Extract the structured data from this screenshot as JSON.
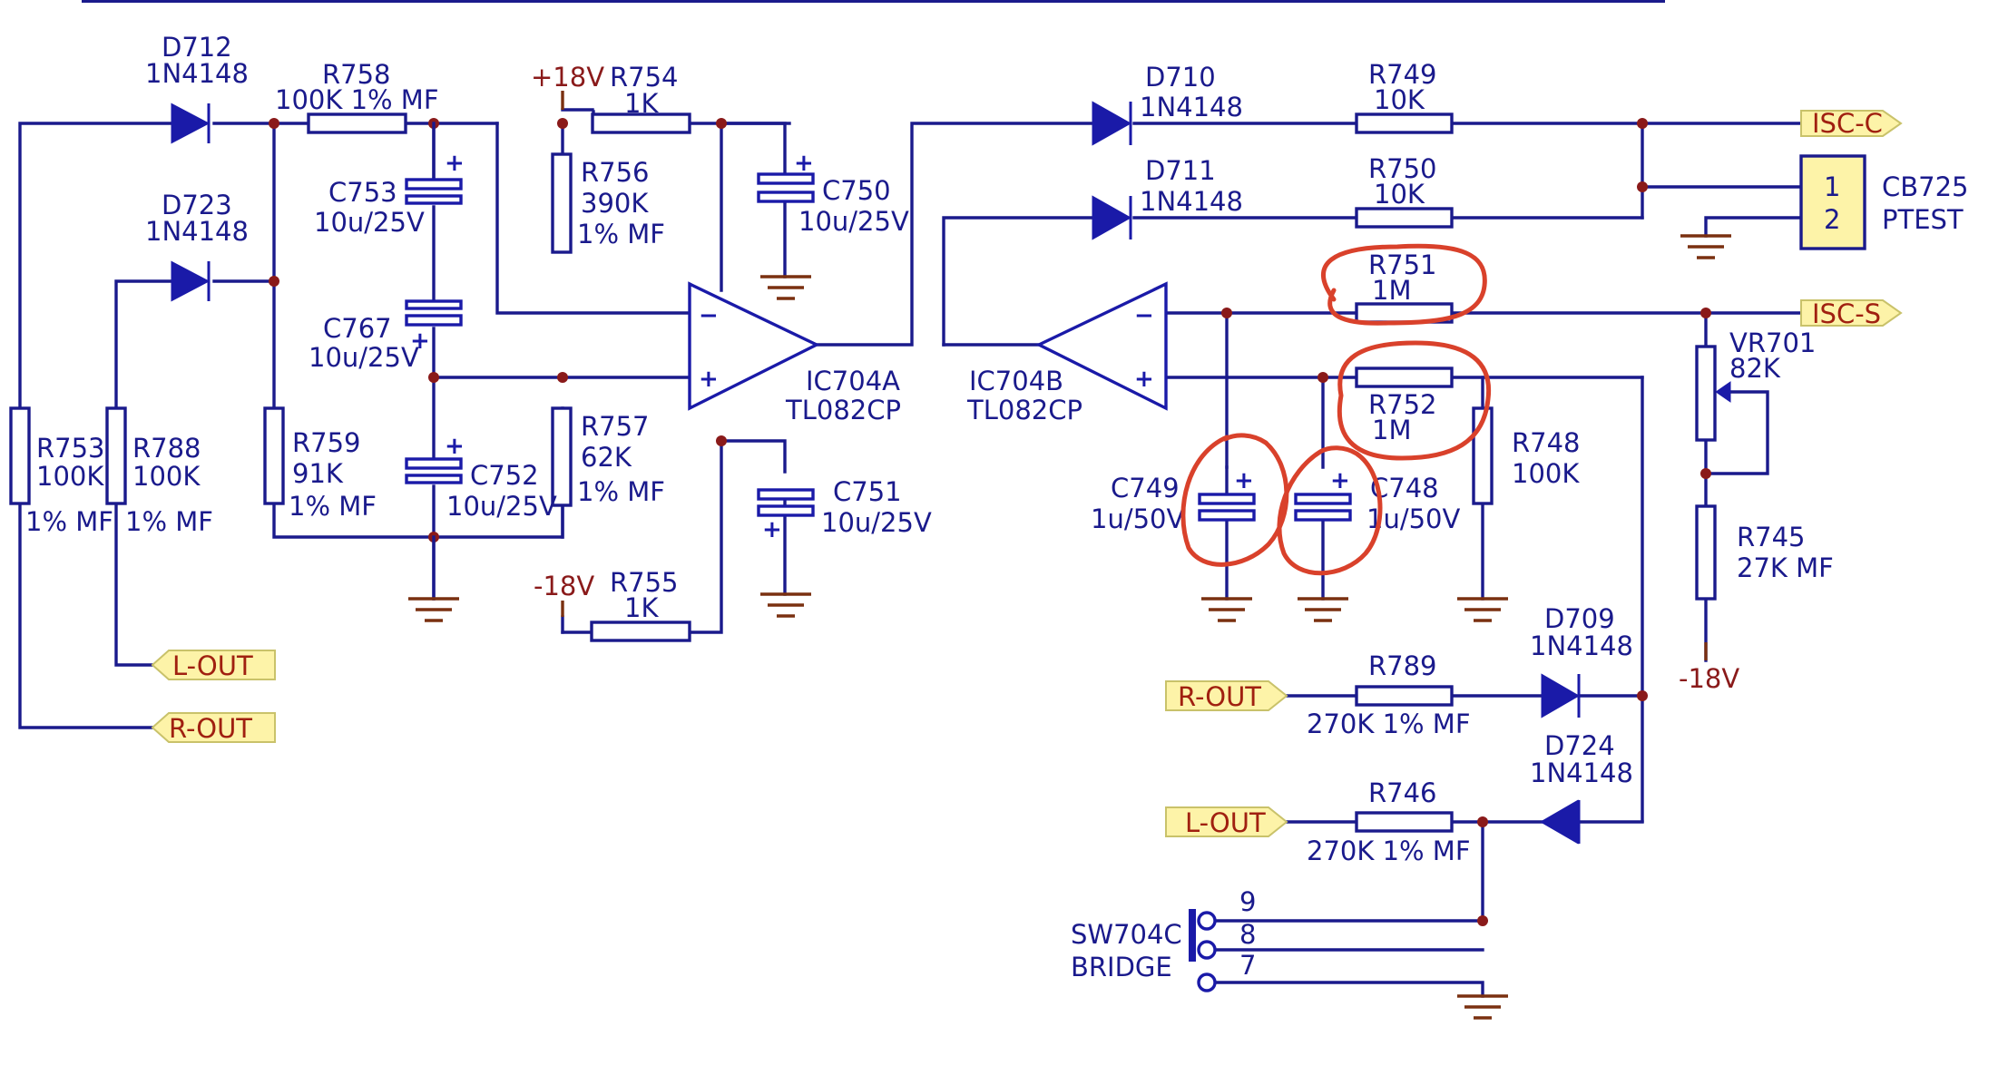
{
  "components": {
    "D712": {
      "ref": "D712",
      "value": "1N4148"
    },
    "D723": {
      "ref": "D723",
      "value": "1N4148"
    },
    "D710": {
      "ref": "D710",
      "value": "1N4148"
    },
    "D711": {
      "ref": "D711",
      "value": "1N4148"
    },
    "D709": {
      "ref": "D709",
      "value": "1N4148"
    },
    "D724": {
      "ref": "D724",
      "value": "1N4148"
    },
    "R758": {
      "ref": "R758",
      "value": "100K  1% MF"
    },
    "R754": {
      "ref": "R754",
      "value": "1K"
    },
    "R756": {
      "ref": "R756",
      "value": "390K",
      "tol": "1% MF"
    },
    "R757": {
      "ref": "R757",
      "value": "62K",
      "tol": "1% MF"
    },
    "R759": {
      "ref": "R759",
      "value": "91K",
      "tol": "1% MF"
    },
    "R753": {
      "ref": "R753",
      "value": "100K",
      "tol": "1% MF"
    },
    "R788": {
      "ref": "R788",
      "value": "100K",
      "tol": "1% MF"
    },
    "R755": {
      "ref": "R755",
      "value": "1K"
    },
    "R749": {
      "ref": "R749",
      "value": "10K"
    },
    "R750": {
      "ref": "R750",
      "value": "10K"
    },
    "R751": {
      "ref": "R751",
      "value": "1M"
    },
    "R752": {
      "ref": "R752",
      "value": "1M"
    },
    "R748": {
      "ref": "R748",
      "value": "100K"
    },
    "R745": {
      "ref": "R745",
      "value": "27K MF"
    },
    "R789": {
      "ref": "R789",
      "value": "270K  1% MF"
    },
    "R746": {
      "ref": "R746",
      "value": "270K  1% MF"
    },
    "VR701": {
      "ref": "VR701",
      "value": "82K"
    },
    "C753": {
      "ref": "C753",
      "value": "10u/25V"
    },
    "C767": {
      "ref": "C767",
      "value": "10u/25V"
    },
    "C752": {
      "ref": "C752",
      "value": "10u/25V"
    },
    "C750": {
      "ref": "C750",
      "value": "10u/25V"
    },
    "C751": {
      "ref": "C751",
      "value": "10u/25V"
    },
    "C749": {
      "ref": "C749",
      "value": "1u/50V"
    },
    "C748": {
      "ref": "C748",
      "value": "1u/50V"
    },
    "IC704A": {
      "ref": "IC704A",
      "value": "TL082CP"
    },
    "IC704B": {
      "ref": "IC704B",
      "value": "TL082CP"
    },
    "CB725": {
      "ref": "CB725",
      "value": "PTEST",
      "pin1": "1",
      "pin2": "2"
    },
    "SW704C": {
      "ref": "SW704C",
      "value": "BRIDGE",
      "pin9": "9",
      "pin8": "8",
      "pin7": "7"
    }
  },
  "power": {
    "pos": "+18V",
    "neg_a": "-18V",
    "neg_b": "-18V"
  },
  "ports": {
    "isc_c": "ISC-C",
    "isc_s": "ISC-S",
    "l_out_left": "L-OUT",
    "r_out_left": "R-OUT",
    "r_out_right": "R-OUT",
    "l_out_right": "L-OUT"
  },
  "opamp_signs": {
    "minus": "−",
    "plus": "+"
  },
  "colors": {
    "wire": "#1a1a8c",
    "junction": "#8a1a1a",
    "ground": "#7a3010",
    "port_fill": "#fdf3a8",
    "port_text": "#a02010",
    "annotation": "#d9412b"
  }
}
